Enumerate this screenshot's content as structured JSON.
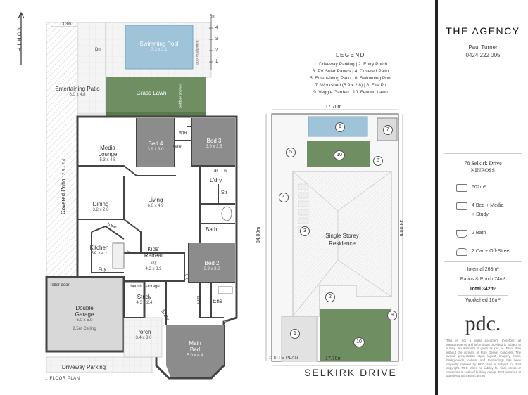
{
  "floor_plan": {
    "compass": "NORTH",
    "dim_3_3": "3.3m",
    "dim_5m": "5m",
    "scale_ticks": [
      "4",
      "3",
      "2",
      "1"
    ],
    "dn": "Dn",
    "pool_equipment": "pool equipment",
    "outdoor_shower": "outdoor shower",
    "caption": ":: FLOOR PLAN",
    "rooms": {
      "pool": {
        "name": "Swimming Pool",
        "dim": "7.3 x 3.1"
      },
      "entertaining": {
        "name": "Entertaining Patio",
        "dim": "8.0 x 4.8"
      },
      "lawn": {
        "name": "Grass Lawn"
      },
      "covered": {
        "name": "Covered Patio",
        "dim": "12.9 x 2.4"
      },
      "media": {
        "name": "Media Lounge",
        "dim": "5.3 x 4.5"
      },
      "bed4": {
        "name": "Bed 4",
        "dim": "3.9 x 3.0"
      },
      "bed3": {
        "name": "Bed 3",
        "dim": "3.6 x 3.5"
      },
      "wir_a": "WIR",
      "wir_b": "WIR",
      "dr": "dr",
      "w": "w",
      "ldry": "L'dry",
      "str": "Str",
      "dining": {
        "name": "Dining",
        "dim": "3.2 x 2.8"
      },
      "living": {
        "name": "Living",
        "dim": "6.0 x 4.9"
      },
      "bath": "Bath",
      "bbar": "b'bar",
      "kitchen": {
        "name": "Kitchen",
        "dim": "5.1 x 4.1"
      },
      "kids": {
        "name": "Kids' Retreat",
        "sky": "sky",
        "dim": "4.3 x 3.9"
      },
      "fr": "fr",
      "d": "d",
      "ptry": "Ptry",
      "bed2": {
        "name": "Bed 2",
        "dim": "3.9 x 3.0"
      },
      "blr": "BLR",
      "roller": "roller door",
      "bench": "bench / storage",
      "garage": {
        "name": "Double Garage",
        "dim": "6.0 x 5.9",
        "ceiling": "2.5m Ceiling"
      },
      "study": {
        "name": "Study",
        "dim": "4.3 x 2.4"
      },
      "wir_c": "WIR",
      "ens": "Ens",
      "wir_d": "WIR",
      "entry": "Entry",
      "porch": {
        "name": "Porch",
        "dim": "3.4 x 3.0"
      },
      "main": {
        "name": "Main Bed",
        "dim": "5.0 x 4.4"
      },
      "driveway": "Driveway Parking"
    }
  },
  "legend": {
    "title": "LEGEND",
    "lines": [
      "1. Driveway Parking  |  2. Entry Porch",
      "3. PV Solar Panels  |  4. Covered Patio",
      "5. Entertaining Patio  |  6. Swimming Pool",
      "7. Workshed (5.9 x 2.8)  |  8. Fire Pit",
      "9. Veggie Garden  |  10. Fenced Lawn"
    ]
  },
  "site_plan": {
    "dim_top": "17.70m",
    "dim_bottom": "17.70m",
    "dim_left": "34.00m",
    "dim_right": "34.00m",
    "residence": "Single Storey Residence",
    "caption": ":: SITE PLAN",
    "street": "SELKIRK DRIVE",
    "markers": [
      "1",
      "2",
      "3",
      "4",
      "5",
      "6",
      "7",
      "8",
      "9",
      "10",
      "10"
    ]
  },
  "sidebar": {
    "brand": "THE AGENCY",
    "agent_name": "Paul Turner",
    "agent_phone": "0424 222 005",
    "address_line1": "78 Selkirk Drive",
    "address_line2": "KINROSS",
    "land": "602m²",
    "beds_line1": "4 Bed + Media",
    "beds_line2": "+ Study",
    "baths": "2 Bath",
    "cars": "2 Car + Off-Street",
    "internal": "Internal 268m²",
    "patios": "Patios & Porch 74m²",
    "total": "Total 342m²",
    "workshed": "Workshed 16m²",
    "logo": "pdc.",
    "disclaimer": "This is not a legal document therefore all measurements and information provided is subject to survey. No warranty is given as per se. Floor Plan without the consent of Pure Design Concepts. The overall presentation style, layout, imagery, fonts, backgrounds, colours and terminology has been originally created by PDC and is subject to strict copyright. PDC takes no liability for final, errors or omissions in scale of building design. Find out more at puredesignconcepts.com.au"
  },
  "colors": {
    "pool": "#9fc3d8",
    "lawn": "#6f8f62",
    "bedroom": "#8c8c8c",
    "garage": "#d8d8d8",
    "wall": "#444444",
    "sidebar_line": "#222222"
  }
}
